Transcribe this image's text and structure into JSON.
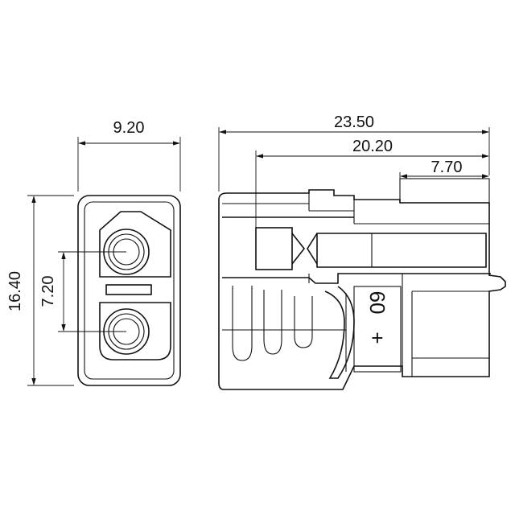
{
  "dimensions": {
    "width_front": "9.20",
    "height_front": "16.40",
    "pin_spacing": "7.20",
    "length_overall": "23.50",
    "length_body": "20.20",
    "length_pin": "7.70"
  },
  "marking": {
    "plus": "+",
    "model": "60"
  },
  "colors": {
    "line": "#111111",
    "background": "#ffffff"
  }
}
